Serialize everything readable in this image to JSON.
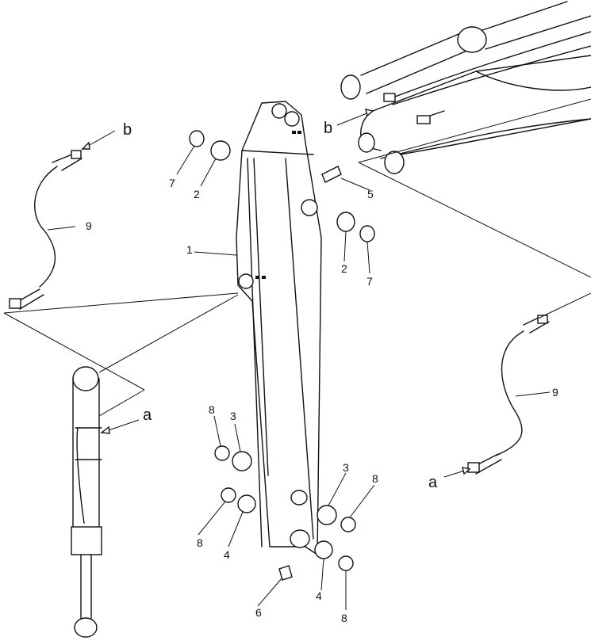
{
  "labels": {
    "p1": "1",
    "p2a": "2",
    "p2b": "2",
    "p3a": "3",
    "p3b": "3",
    "p4a": "4",
    "p4b": "4",
    "p5": "5",
    "p6": "6",
    "p7a": "7",
    "p7b": "7",
    "p8a": "8",
    "p8b": "8",
    "p8c": "8",
    "p8d": "8",
    "p9a": "9",
    "p9b": "9",
    "ref_a_left": "a",
    "ref_a_right": "a",
    "ref_b_left": "b",
    "ref_b_right": "b"
  }
}
